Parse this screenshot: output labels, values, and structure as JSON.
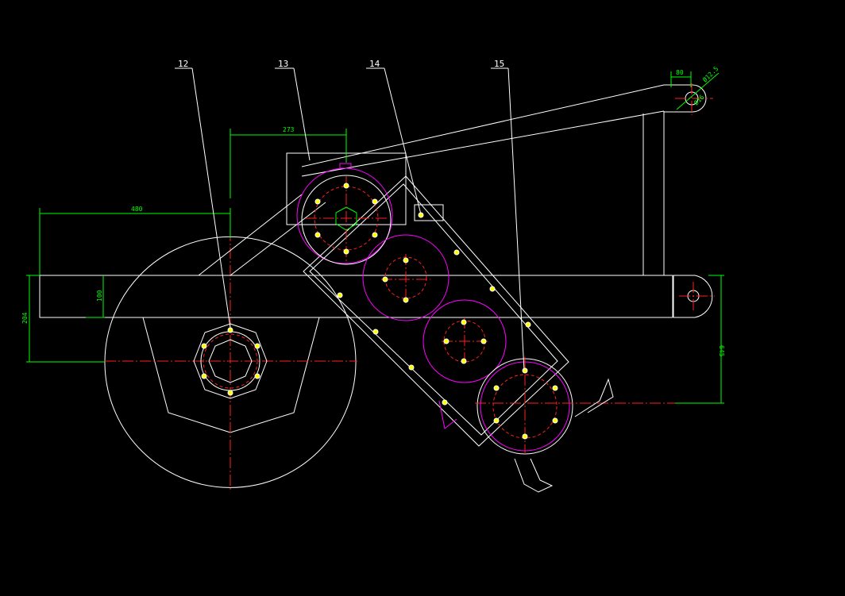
{
  "drawing": {
    "colors": {
      "background": "#000000",
      "outline": "#ffffff",
      "dimension": "#00ff00",
      "centerline": "#ff2020",
      "sprocket": "#ff00ff",
      "bolt": "#ffff00"
    },
    "callouts": [
      "12",
      "13",
      "14",
      "15"
    ],
    "dimensions": {
      "top_width": "273",
      "left_width": "480",
      "height_left": "204",
      "beam_height": "100",
      "right_height": "645",
      "clevis_width": "80",
      "pin_dia": "Ø16",
      "hole_dia": "Ø12.5"
    }
  }
}
